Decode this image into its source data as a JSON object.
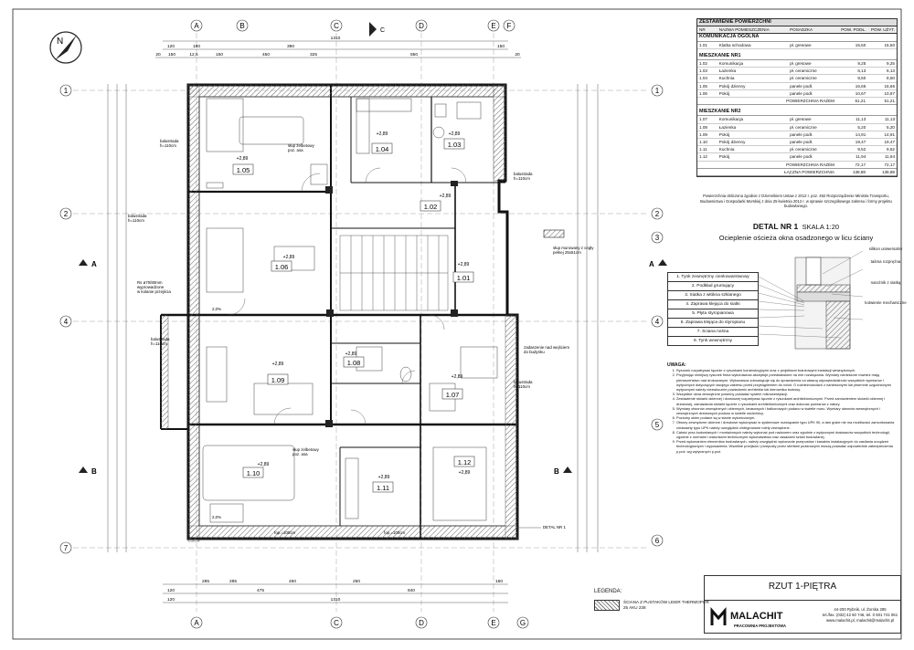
{
  "drawing": {
    "floor_grid_numbers": [
      "1",
      "2",
      "3",
      "4",
      "5",
      "6",
      "7"
    ],
    "axis_letters_top": [
      "A",
      "B",
      "C",
      "D",
      "E",
      "F"
    ],
    "axis_letters_bottom": [
      "A",
      "C",
      "D",
      "E",
      "G"
    ],
    "section_marks": [
      "A",
      "B"
    ],
    "section_marker_top": "C",
    "north_label": "N",
    "top_dims": {
      "overall": "1310",
      "row2": [
        "120",
        "180",
        "390",
        "",
        "",
        "",
        "150"
      ],
      "row3": [
        "20",
        "150",
        "12,5",
        "150",
        "450",
        "325",
        "",
        "",
        "550",
        "",
        "20"
      ]
    },
    "bottom_dims": {
      "row1": [
        "285",
        "285",
        "450",
        "250",
        "",
        "",
        "",
        "",
        "150"
      ],
      "row2": [
        "120",
        "475",
        "",
        "840"
      ],
      "row3": [
        "120",
        "",
        "",
        "",
        "1310"
      ]
    },
    "rooms": [
      {
        "num": "1.05",
        "level": "+2,89"
      },
      {
        "num": "1.04",
        "level": "+2,89"
      },
      {
        "num": "1.03",
        "level": "+2,89"
      },
      {
        "num": "1.02",
        "level": "+2,89"
      },
      {
        "num": "1.06",
        "level": "+2,89"
      },
      {
        "num": "1.01",
        "level": "+2,89"
      },
      {
        "num": "1.08",
        "level": "+2,89"
      },
      {
        "num": "1.09",
        "level": "+2,89"
      },
      {
        "num": "1.07",
        "level": "+2,89"
      },
      {
        "num": "1.10",
        "level": "+2,89"
      },
      {
        "num": "1.11",
        "level": "+2,89"
      },
      {
        "num": "1.12",
        "level": "+2,89"
      }
    ],
    "annotations": {
      "balustrada": "balustrada",
      "balustrada_h": "h=110cm",
      "slup": "słup żelbetowy",
      "slup_poz": "poz. asa",
      "slup_mur": "słup murowany z cegły",
      "slup_mur2": "pełnej 25x51cm",
      "rs": "Rs ø70/80mm",
      "rs2": "wyprowadzone",
      "rs3": "w kolanie przejścia",
      "zadaszenie": "zadaszenie nad wejściem",
      "zadaszenie2": "do budynku",
      "detal": "DETAL NR 1",
      "fop1": "fop.=100cm",
      "fop2": "fop.=100cm",
      "slope": "2,0%"
    }
  },
  "table": {
    "title": "ZESTAWIENIE POWIERZCHNI",
    "columns": [
      "NR",
      "NAZWA POMIESZCZENIA",
      "POSADZKA",
      "POW. PODŁ.",
      "POW. UŻYT."
    ],
    "sections": [
      {
        "name": "KOMUNIKACJA OGÓLNA",
        "rows": [
          [
            "1.01",
            "Klatka schodowa",
            "pł. gresowe",
            "15,50",
            "15,50"
          ]
        ]
      },
      {
        "name": "MIESZKANIE NR1",
        "rows": [
          [
            "1.02",
            "Komunikacja",
            "pł. gresowe",
            "9,25",
            "9,25"
          ],
          [
            "1.03",
            "Łazienka",
            "pł. ceramiczne",
            "6,13",
            "6,13"
          ],
          [
            "1.04",
            "Kuchnia",
            "pł. ceramiczne",
            "8,50",
            "8,50"
          ],
          [
            "1.05",
            "Pokój dzienny",
            "panele podł.",
            "16,66",
            "16,66"
          ],
          [
            "1.06",
            "Pokój",
            "panele podł.",
            "10,67",
            "10,67"
          ]
        ],
        "sum_label": "POWIERZCHNIA RAZEM",
        "sum_a": "51,21",
        "sum_b": "51,21"
      },
      {
        "name": "MIESZKANIE NR2",
        "rows": [
          [
            "1.07",
            "Komunikacja",
            "pł. gresowe",
            "11,13",
            "11,13"
          ],
          [
            "1.08",
            "Łazienka",
            "pł. ceramiczne",
            "5,20",
            "5,20"
          ],
          [
            "1.09",
            "Pokój",
            "panele podł.",
            "14,91",
            "14,91"
          ],
          [
            "1.10",
            "Pokój dzienny",
            "panele podł.",
            "19,47",
            "19,47"
          ],
          [
            "1.11",
            "Kuchnia",
            "pł. ceramiczne",
            "9,52",
            "9,52"
          ],
          [
            "1.12",
            "Pokój",
            "panele podł.",
            "11,94",
            "11,94"
          ]
        ],
        "sum_label": "POWIERZCHNIA RAZEM",
        "sum_a": "72,17",
        "sum_b": "72,17"
      }
    ],
    "total_label": "ŁĄCZNA POWIERZCHNIA",
    "total_a": "138,88",
    "total_b": "138,88"
  },
  "note": "Powierzchnia obliczona zgodnie z Dziennikiem Ustaw z 2012 r. poz. 462 Rozporządzenie Ministra Transportu, Budownictwa i Gospodarki Morskiej z dnia 25 kwietnia 2012 r. w sprawie szczegółowego zakresu i formy projektu budowlanego.",
  "detail": {
    "title": "DETAL NR 1",
    "scale": "SKALA 1:20",
    "subtitle": "Ocieplenie ościeża okna osadzonego w licu ściany",
    "layers": [
      "1. Tynk zewnętrzny cienkowarstwowy",
      "2. Podkład gruntujący",
      "3. Siatka z włókna szklanego",
      "4. Zaprawa klejąca do siatki",
      "5. Płyta styropianowa",
      "6. Zaprawa klejąca do styropianu",
      "7. Ściana nośna",
      "8. Tynk wewnętrzny"
    ],
    "callouts": [
      "silikon uniwersalny",
      "taśma rozprężna",
      "narożnik z siatką",
      "kotwienie mechaniczne"
    ]
  },
  "uwagi": {
    "heading": "UWAGA:",
    "items": [
      "Rysunek rozpatrywać łącznie z rysunkami konstrukcyjnymi oraz z projektami branżowymi instalacji wewnętrznych.",
      "Przyjmując niniejszy rysunek firma wykonawcza akceptuje przedstawione na nim rozwiązania. Wymiary naniesione również mają pierwszeństwo nad drukowanym. Wykonawca zobowiązuje się do sprawdzenia na własną odpowiedzialność wszystkich wymiarów i wytycznych dotyczących swojego zakresu przed przystąpieniem do robót. O rozbieżnościach z naniesionymi lub pisemnie uzgodnionymi wytycznymi należy niezwłocznie powiadomić architekta lub kierownika budowy.",
      "Wszystkie okna zewnętrzne powinny posiadać system mikrowentylacji.",
      "Zestawienie stolarki okiennej i drzwiowej rozpatrywać łącznie z rysunkami architektonicznymi. Przed zamówieniem stolarki okiennej i drzwiowej, zamawiania stolarki łącznie z rysunkami architektonicznymi oraz dokonać pomiarów z natury.",
      "Wymiary otworów zewnętrznych okiennych, tarasowych i balkonowych podano w świetle muru. Wymiary otworów wewnętrznych i zewnętrznych drzwiowych podano w świetle ościeżnicy.",
      "Poziomy okien podane są w stanie wykończonym.",
      "Otwory zewnętrzne okienne i drzwiowe wykonywać w systemowe rozwiązanie typu UPK 90, a tam gdzie nie ma możliwości zamontowania rolokasety typu UPK należy uwzględnić zintegrowane rolety zewnętrzne.",
      "Całość prac budowlanych i montażowych należy wykonać pod nadzorem oraz zgodnie z wytycznymi dostawców wszystkich technologii, zgodnie z normami i warunkami technicznymi wykonawstwa oraz zasadami sztuki budowlanej.",
      "Przed wykonaniem elementów budowlanych, należy uwzględnić wykonanie przepustów i kanałów instalacyjnych do zasilania urządzeń technologicznych i wyposażenia. Wszelkie przejścia i przepusty przez strefami pożarowymi muszą posiadać odpowiednie zabezpieczenia p.poż. wg wytycznych p.poż."
    ]
  },
  "legend": {
    "title": "LEGENDA:",
    "item": "ŚCIANA Z PUSTAKÓW LEIER THERMOPOR 25 AKU 238"
  },
  "title_block": {
    "title": "RZUT 1-PIĘTRA",
    "company": "MALACHIT",
    "company_sub": "PRACOWNIA PROJEKTOWA",
    "address": "44-200 Rybnik, ul. Żorska 285",
    "phone": "tel./fax. (032) 42 50 746, tel. 0 501 741 061",
    "web": "www.malachit.pl, malachit@malachit.pl"
  }
}
